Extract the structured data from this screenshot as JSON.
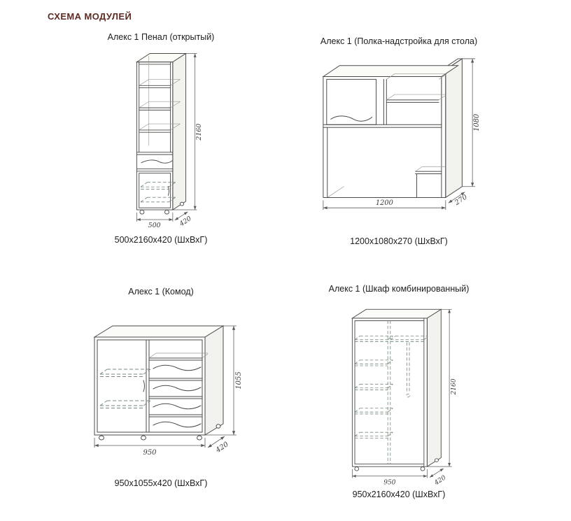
{
  "page": {
    "title": "СХЕМА МОДУЛЕЙ"
  },
  "colors": {
    "title_accent": "#5c2a23",
    "drawing_line": "#4b4b49",
    "hidden_line": "#73887a",
    "dimension_text": "#3a3a3a"
  },
  "modules": [
    {
      "id": "penal-open",
      "title": "Алекс 1 Пенал (открытый)",
      "caption": "500x2160x420 (ШхВхГ)",
      "dims": {
        "width": "500",
        "height": "2160",
        "depth": "420"
      }
    },
    {
      "id": "desk-hutch",
      "title": "Алекс 1 (Полка-надстройка для стола)",
      "caption": "1200x1080x270 (ШхВхГ)",
      "dims": {
        "width": "1200",
        "height": "1080",
        "depth": "270"
      }
    },
    {
      "id": "komod",
      "title": "Алекс 1 (Комод)",
      "caption": "950x1055x420 (ШхВхГ)",
      "dims": {
        "width": "950",
        "height": "1055",
        "depth": "420"
      }
    },
    {
      "id": "wardrobe-combined",
      "title": "Алекс 1 (Шкаф комбинированный)",
      "caption": "950x2160x420 (ШхВхГ)",
      "dims": {
        "width": "950",
        "height": "2160",
        "depth": "420"
      }
    }
  ]
}
